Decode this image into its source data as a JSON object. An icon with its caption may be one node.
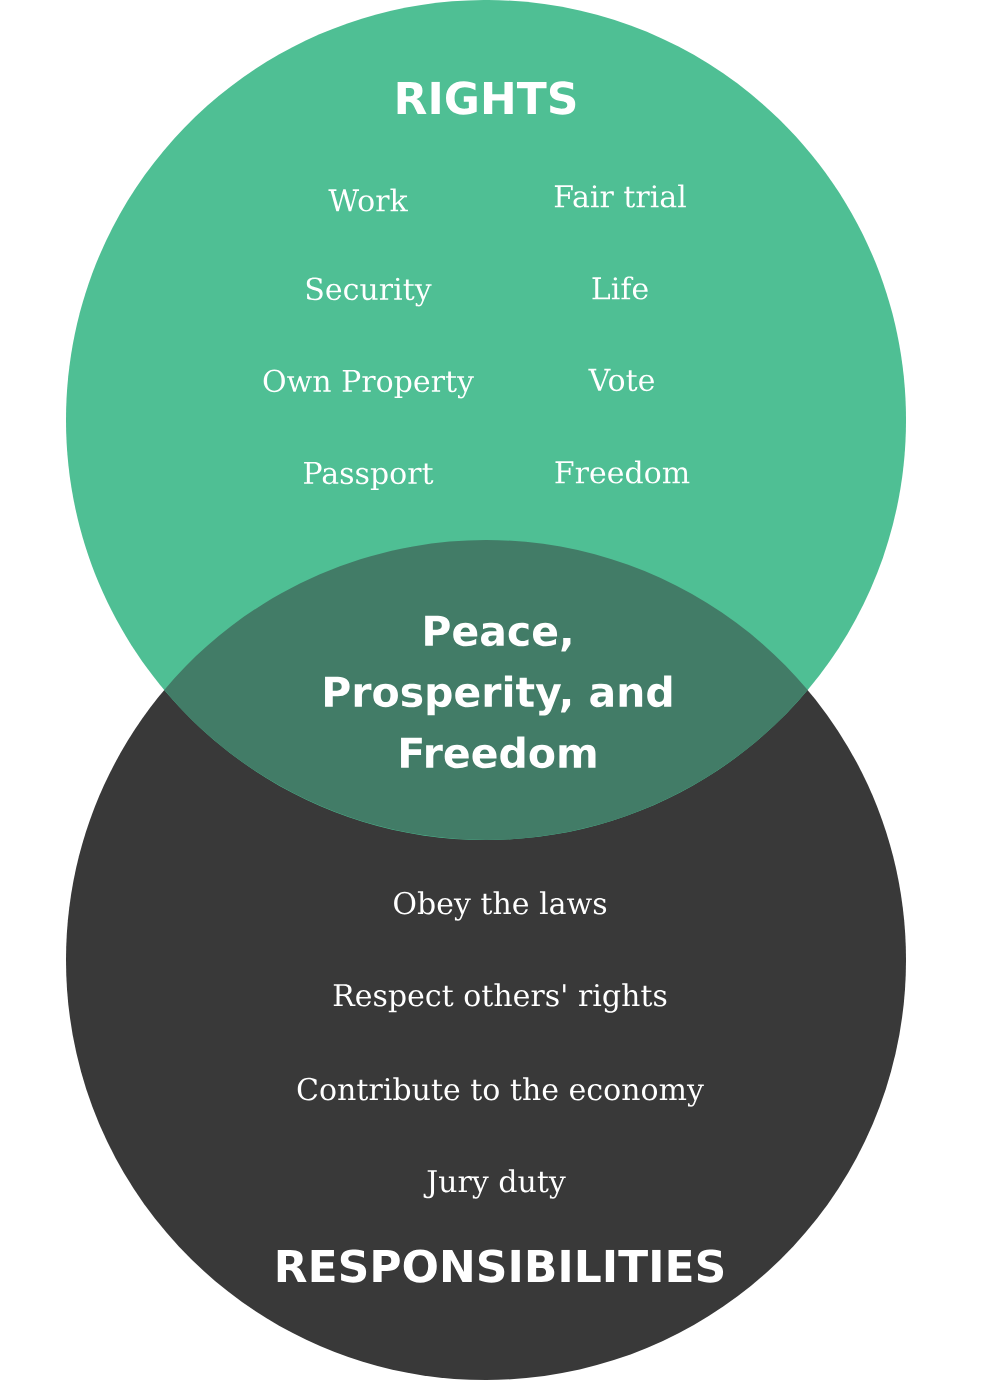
{
  "diagram": {
    "nodes": [
      {
        "text": [
          "RIGHTS",
          "Work",
          "Fair trial",
          "Security",
          "Life",
          "Own Property",
          "Vote",
          "Passport",
          "Freedom"
        ]
      },
      {
        "text": [
          "Peace, Prosperity, and Freedom"
        ]
      },
      {
        "text": [
          "Obey the laws",
          "Respect others' rights",
          "Contribute to the economy",
          "Jury duty",
          "RESPONSIBILITIES"
        ]
      }
    ]
  }
}
